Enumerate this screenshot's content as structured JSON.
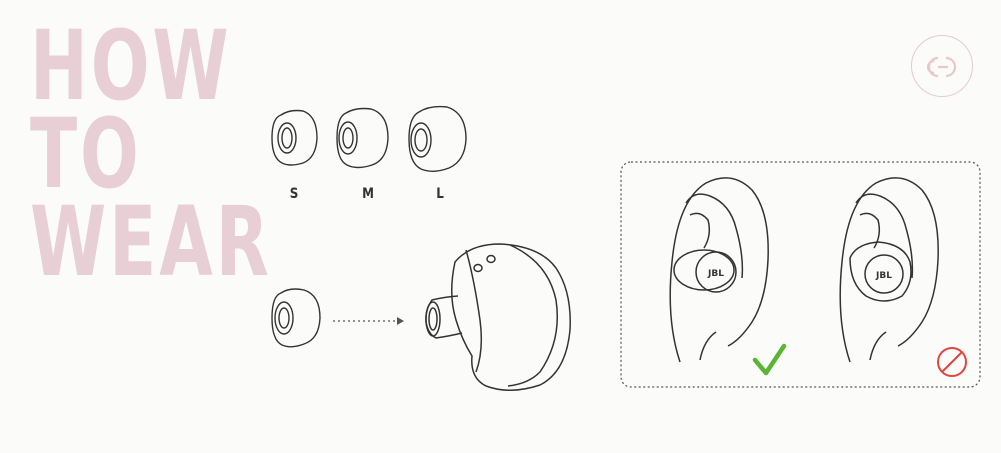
{
  "heading": {
    "line1": "HOW",
    "line2": "TO",
    "line3": "WEAR"
  },
  "ear_tip_sizes": [
    "S",
    "M",
    "L"
  ],
  "earbud_brand": "JBL",
  "colors": {
    "heading": "#e8cfd5",
    "correct_mark": "#5bb434",
    "incorrect_mark": "#e2443e",
    "badge": "#e8c8cd"
  },
  "icons": {
    "corner_badge": "link-icon",
    "correct": "checkmark-icon",
    "incorrect": "prohibited-icon"
  }
}
